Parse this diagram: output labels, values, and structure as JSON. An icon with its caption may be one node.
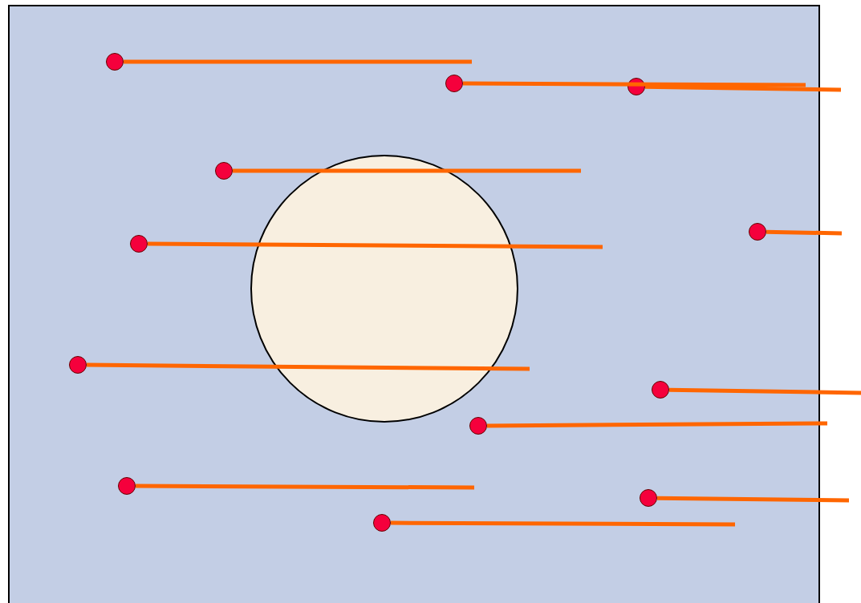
{
  "diagram": {
    "nodes": [
      {
        "text": [],
        "shape": "box"
      },
      {
        "text": [],
        "shape": "circle",
        "in": 0
      },
      {
        "text": [],
        "shape": "circle",
        "in": 0
      },
      {
        "text": [],
        "shape": "circle",
        "in": 0
      },
      {
        "text": [],
        "shape": "circle",
        "in": 0
      },
      {
        "text": [],
        "shape": "circle",
        "in": 0
      },
      {
        "text": [],
        "shape": "circle",
        "in": 0
      },
      {
        "text": [],
        "shape": "circle",
        "in": 0
      },
      {
        "text": [],
        "shape": "circle",
        "in": 0
      },
      {
        "text": [],
        "shape": "circle",
        "in": 0
      },
      {
        "text": [],
        "shape": "circle",
        "in": 0
      },
      {
        "text": [],
        "shape": "circle",
        "in": 0
      },
      {
        "text": [],
        "shape": "circle",
        "in": 0
      },
      {
        "text": [],
        "shape": "circle",
        "in": 0
      }
    ],
    "edges": [
      {
        "from": 2,
        "to": null,
        "arrow": "none"
      },
      {
        "from": 3,
        "to": null,
        "arrow": "none"
      },
      {
        "from": 4,
        "to": null,
        "arrow": "none"
      },
      {
        "from": 5,
        "to": null,
        "arrow": "none"
      },
      {
        "from": 6,
        "to": null,
        "arrow": "none"
      },
      {
        "from": 7,
        "to": null,
        "arrow": "none"
      },
      {
        "from": 8,
        "to": null,
        "arrow": "none"
      },
      {
        "from": 9,
        "to": null,
        "arrow": "none"
      },
      {
        "from": 10,
        "to": null,
        "arrow": "none"
      },
      {
        "from": 11,
        "to": null,
        "arrow": "none"
      },
      {
        "from": 12,
        "to": null,
        "arrow": "none"
      },
      {
        "from": 13,
        "to": null,
        "arrow": "none"
      }
    ]
  }
}
